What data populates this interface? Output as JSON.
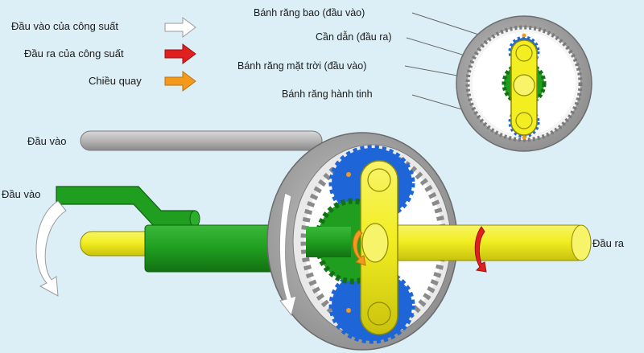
{
  "legend": {
    "items": [
      {
        "label": "Đầu vào của công suất",
        "arrow": "white-arrow-icon",
        "color": "#ffffff"
      },
      {
        "label": "Đầu ra của công suất",
        "arrow": "red-arrow-icon",
        "color": "#e02020"
      },
      {
        "label": "Chiều quay",
        "arrow": "orange-arrow-icon",
        "color": "#f39a1e"
      }
    ]
  },
  "inset": {
    "labels": {
      "ring_gear": "Bánh răng bao (đầu vào)",
      "carrier": "Cần dẫn (đầu ra)",
      "sun_gear": "Bánh răng mặt trời (đầu vào)",
      "planet_gear": "Bánh răng hành tinh"
    }
  },
  "main": {
    "labels": {
      "input_gray": "Đầu vào",
      "input_green": "Đầu vào",
      "output": "Đầu ra"
    }
  },
  "colors": {
    "background": "#ddeff6",
    "ring": "#a9a9a9",
    "sun": "#1f9e1f",
    "planet": "#1e66d8",
    "carrier": "#f2ee22",
    "output_arrow": "#e02020",
    "rotation_arrow": "#f39a1e"
  }
}
